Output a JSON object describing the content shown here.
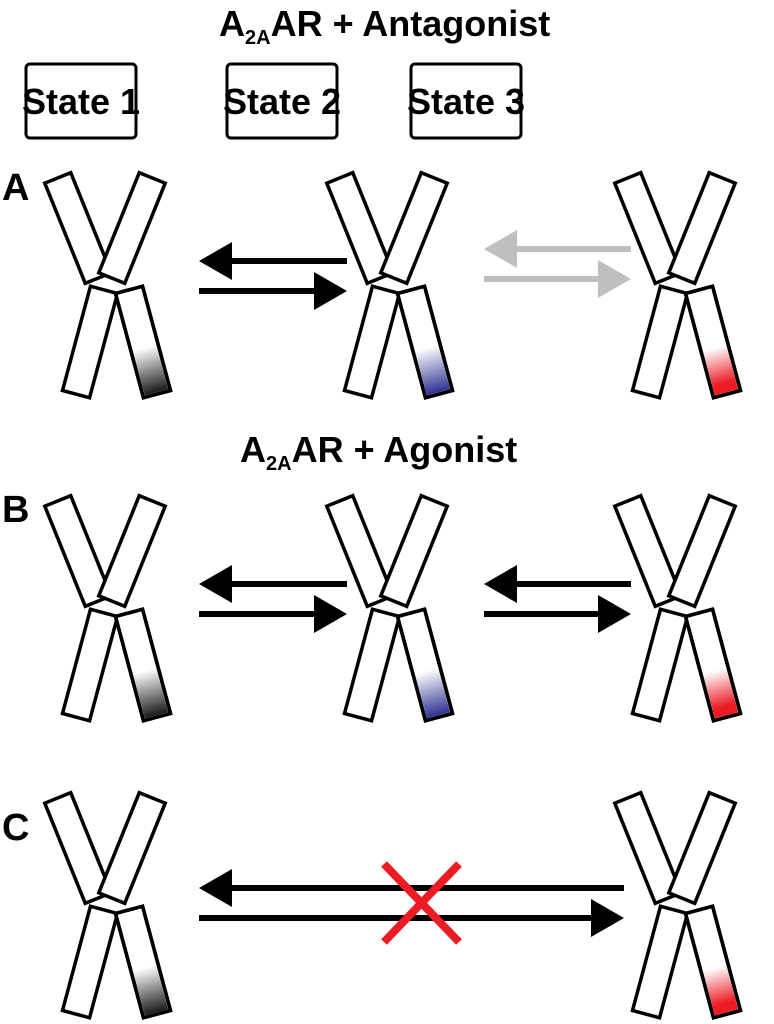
{
  "title_antagonist": {
    "prefix": "A",
    "subscript": "2A",
    "suffix": "AR + Antagonist"
  },
  "title_agonist": {
    "prefix": "A",
    "subscript": "2A",
    "suffix": "AR + Agonist"
  },
  "states": [
    "State 1",
    "State 2",
    "State 3"
  ],
  "panels": [
    {
      "label": "A",
      "receptors": [
        "gray",
        "blue",
        "red"
      ],
      "transitions": [
        {
          "from": "State 1",
          "to": "State 2",
          "style": "black"
        },
        {
          "from": "State 2",
          "to": "State 3",
          "style": "gray"
        }
      ]
    },
    {
      "label": "B",
      "receptors": [
        "gray",
        "blue",
        "red"
      ],
      "transitions": [
        {
          "from": "State 1",
          "to": "State 2",
          "style": "black"
        },
        {
          "from": "State 2",
          "to": "State 3",
          "style": "black"
        }
      ]
    },
    {
      "label": "C",
      "receptors": [
        "gray",
        "red"
      ],
      "transitions": [
        {
          "from": "State 1",
          "to": "State 3",
          "style": "black",
          "blocked": true
        }
      ]
    }
  ],
  "colors": {
    "gray": "#1a1a1a",
    "blue": "#2e3192",
    "red": "#ed1c24",
    "black_arrow": "#000000",
    "gray_arrow": "#bfbfbf",
    "cross": "#ed1c24"
  }
}
